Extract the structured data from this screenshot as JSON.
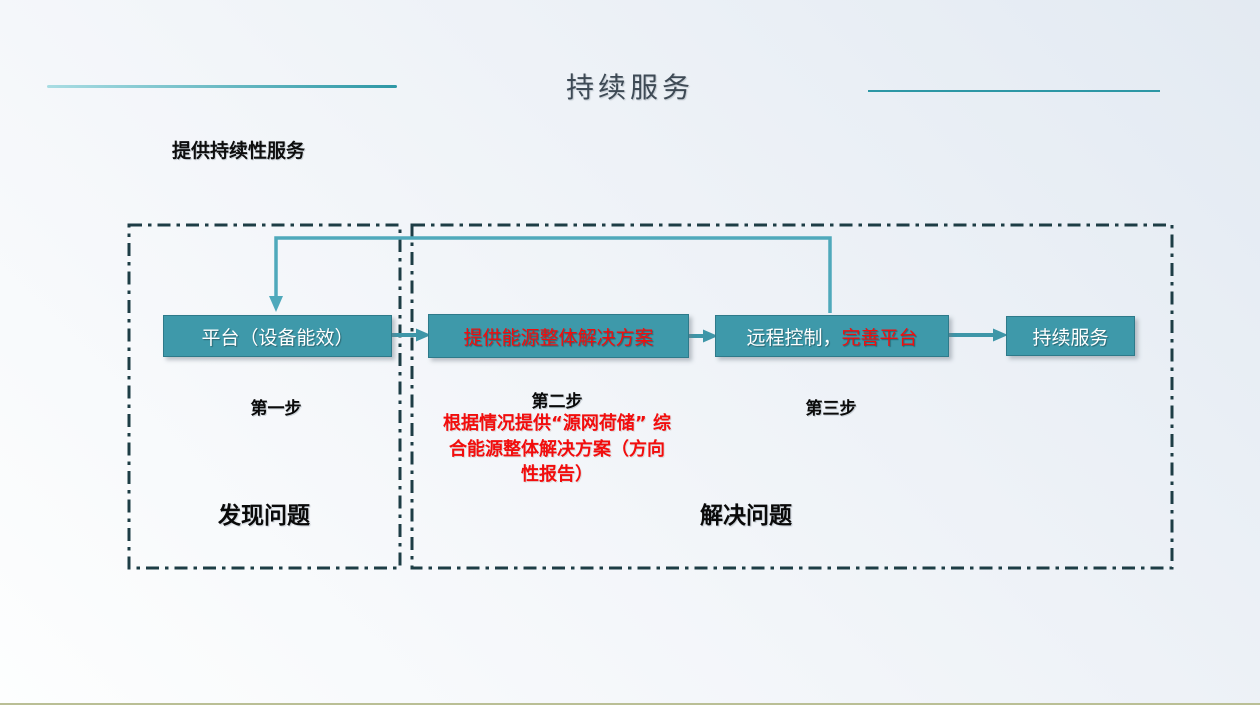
{
  "title": "持续服务",
  "subtitle": "提供持续性服务",
  "colors": {
    "box_fill": "#3E99AA",
    "box_border": "#2E7A8A",
    "arrow": "#3E96A8",
    "feedback_arrow": "#4FA9BB",
    "frame_border": "#1D3D45",
    "red_text": "#F20D0D",
    "title_text": "#3E4A55",
    "accent_line": "#2D97A5",
    "footer_line": "#BABF95"
  },
  "flow": {
    "boxes": {
      "platform": {
        "label": "平台（设备能效）"
      },
      "solution": {
        "label": "提供能源整体解决方案"
      },
      "remote": {
        "label_white": "远程控制，",
        "label_red": "完善平台"
      },
      "service": {
        "label": "持续服务"
      }
    },
    "steps": [
      "第一步",
      "第二步",
      "第三步"
    ],
    "note_lines": [
      "根据情况提供“源网荷储” 综",
      "合能源整体解决方案（方向",
      "性报告）"
    ],
    "groups": {
      "discover": "发现问题",
      "solve": "解决问题"
    }
  }
}
